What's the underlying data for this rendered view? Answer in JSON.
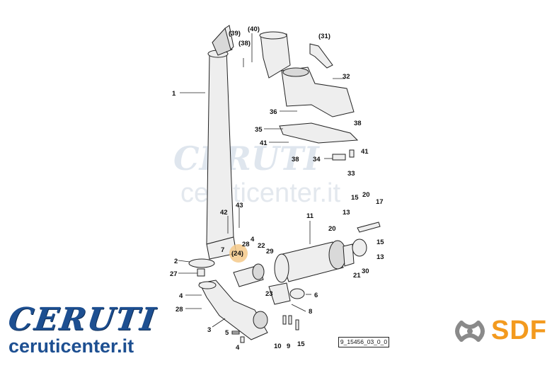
{
  "watermark": {
    "brand": "CERUTI",
    "site": "ceruticenter.it"
  },
  "logo_left": {
    "brand": "CERUTI",
    "site": "ceruticenter.it"
  },
  "logo_right": {
    "text": "SDF"
  },
  "figure_code": "9_15456_03_0_0",
  "highlight": {
    "label": "(24)",
    "color": "#f5c98a"
  },
  "colors": {
    "brand_blue": "#1d4f91",
    "sdf_orange": "#f39a1e",
    "sdf_gray": "#8a8a8a"
  },
  "labels": [
    {
      "id": "39",
      "text": "(39)"
    },
    {
      "id": "40",
      "text": "(40)"
    },
    {
      "id": "38a",
      "text": "(38)"
    },
    {
      "id": "31",
      "text": "(31)"
    },
    {
      "id": "32",
      "text": "32"
    },
    {
      "id": "1",
      "text": "1"
    },
    {
      "id": "36",
      "text": "36"
    },
    {
      "id": "38b",
      "text": "38"
    },
    {
      "id": "35",
      "text": "35"
    },
    {
      "id": "41a",
      "text": "41"
    },
    {
      "id": "41b",
      "text": "41"
    },
    {
      "id": "38c",
      "text": "38"
    },
    {
      "id": "34",
      "text": "34"
    },
    {
      "id": "33",
      "text": "33"
    },
    {
      "id": "20a",
      "text": "20"
    },
    {
      "id": "15a",
      "text": "15"
    },
    {
      "id": "17",
      "text": "17"
    },
    {
      "id": "43",
      "text": "43"
    },
    {
      "id": "42",
      "text": "42"
    },
    {
      "id": "11",
      "text": "11"
    },
    {
      "id": "13a",
      "text": "13"
    },
    {
      "id": "20b",
      "text": "20"
    },
    {
      "id": "15b",
      "text": "15"
    },
    {
      "id": "13b",
      "text": "13"
    },
    {
      "id": "4a",
      "text": "4"
    },
    {
      "id": "28a",
      "text": "28"
    },
    {
      "id": "22",
      "text": "22"
    },
    {
      "id": "7",
      "text": "7"
    },
    {
      "id": "29",
      "text": "29"
    },
    {
      "id": "2",
      "text": "2"
    },
    {
      "id": "30",
      "text": "30"
    },
    {
      "id": "21",
      "text": "21"
    },
    {
      "id": "27",
      "text": "27"
    },
    {
      "id": "23",
      "text": "23"
    },
    {
      "id": "6",
      "text": "6"
    },
    {
      "id": "4b",
      "text": "4"
    },
    {
      "id": "28b",
      "text": "28"
    },
    {
      "id": "8",
      "text": "8"
    },
    {
      "id": "3",
      "text": "3"
    },
    {
      "id": "5",
      "text": "5"
    },
    {
      "id": "10",
      "text": "10"
    },
    {
      "id": "9",
      "text": "9"
    },
    {
      "id": "15c",
      "text": "15"
    },
    {
      "id": "4c",
      "text": "4"
    }
  ]
}
